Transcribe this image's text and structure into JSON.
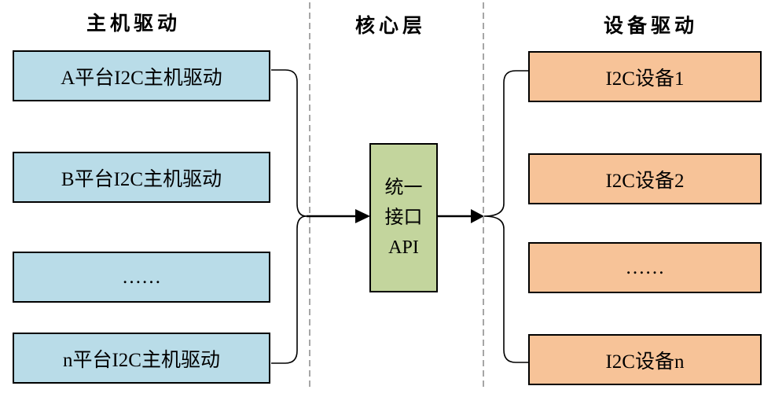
{
  "diagram": {
    "host_column": {
      "title": "主机驱动",
      "boxes": [
        "A平台I2C主机驱动",
        "B平台I2C主机驱动",
        "……",
        "n平台I2C主机驱动"
      ]
    },
    "core_column": {
      "title": "核心层",
      "api_box_lines": [
        "统一",
        "接口",
        "API"
      ]
    },
    "device_column": {
      "title": "设备驱动",
      "boxes": [
        "I2C设备1",
        "I2C设备2",
        "……",
        "I2C设备n"
      ]
    }
  },
  "colors": {
    "host_box_fill": "#B9DCE8",
    "device_box_fill": "#F7C398",
    "api_box_fill": "#C3D59D",
    "box_border": "#000000",
    "connector": "#000000",
    "dashed_divider": "#A6A6A6"
  }
}
